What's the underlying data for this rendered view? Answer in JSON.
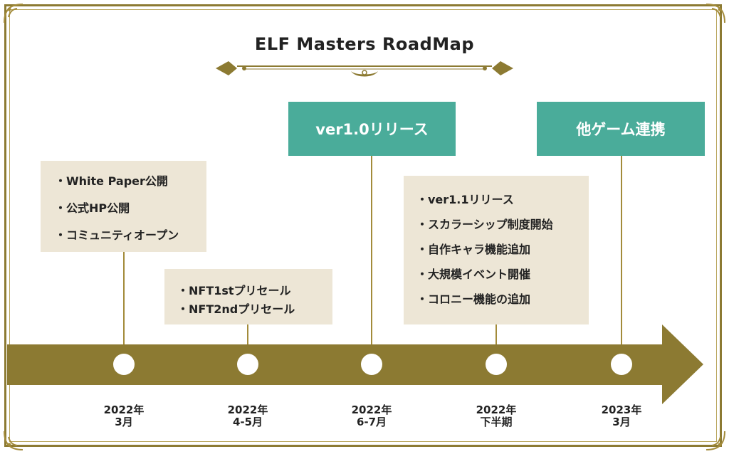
{
  "title": "ELF Masters RoadMap",
  "colors": {
    "gold": "#8c7a32",
    "teal": "#4aac9a",
    "beige": "#ede6d6"
  },
  "milestones": [
    {
      "label": "ver1.0リリース"
    },
    {
      "label": "他ゲーム連携"
    }
  ],
  "boxes": [
    {
      "items": [
        "・White Paper公開",
        "・公式HP公開",
        "・コミュニティオープン"
      ]
    },
    {
      "items": [
        "・NFT1stプリセール",
        "・NFT2ndプリセール"
      ]
    },
    {
      "items": [
        "・ver1.1リリース",
        "・スカラーシップ制度開始",
        "・自作キャラ機能追加",
        "・大規模イベント開催",
        "・コロニー機能の追加"
      ]
    }
  ],
  "timeline": [
    {
      "year": "2022年",
      "period": "3月"
    },
    {
      "year": "2022年",
      "period": "4-5月"
    },
    {
      "year": "2022年",
      "period": "6-7月"
    },
    {
      "year": "2022年",
      "period": "下半期"
    },
    {
      "year": "2023年",
      "period": "3月"
    }
  ]
}
